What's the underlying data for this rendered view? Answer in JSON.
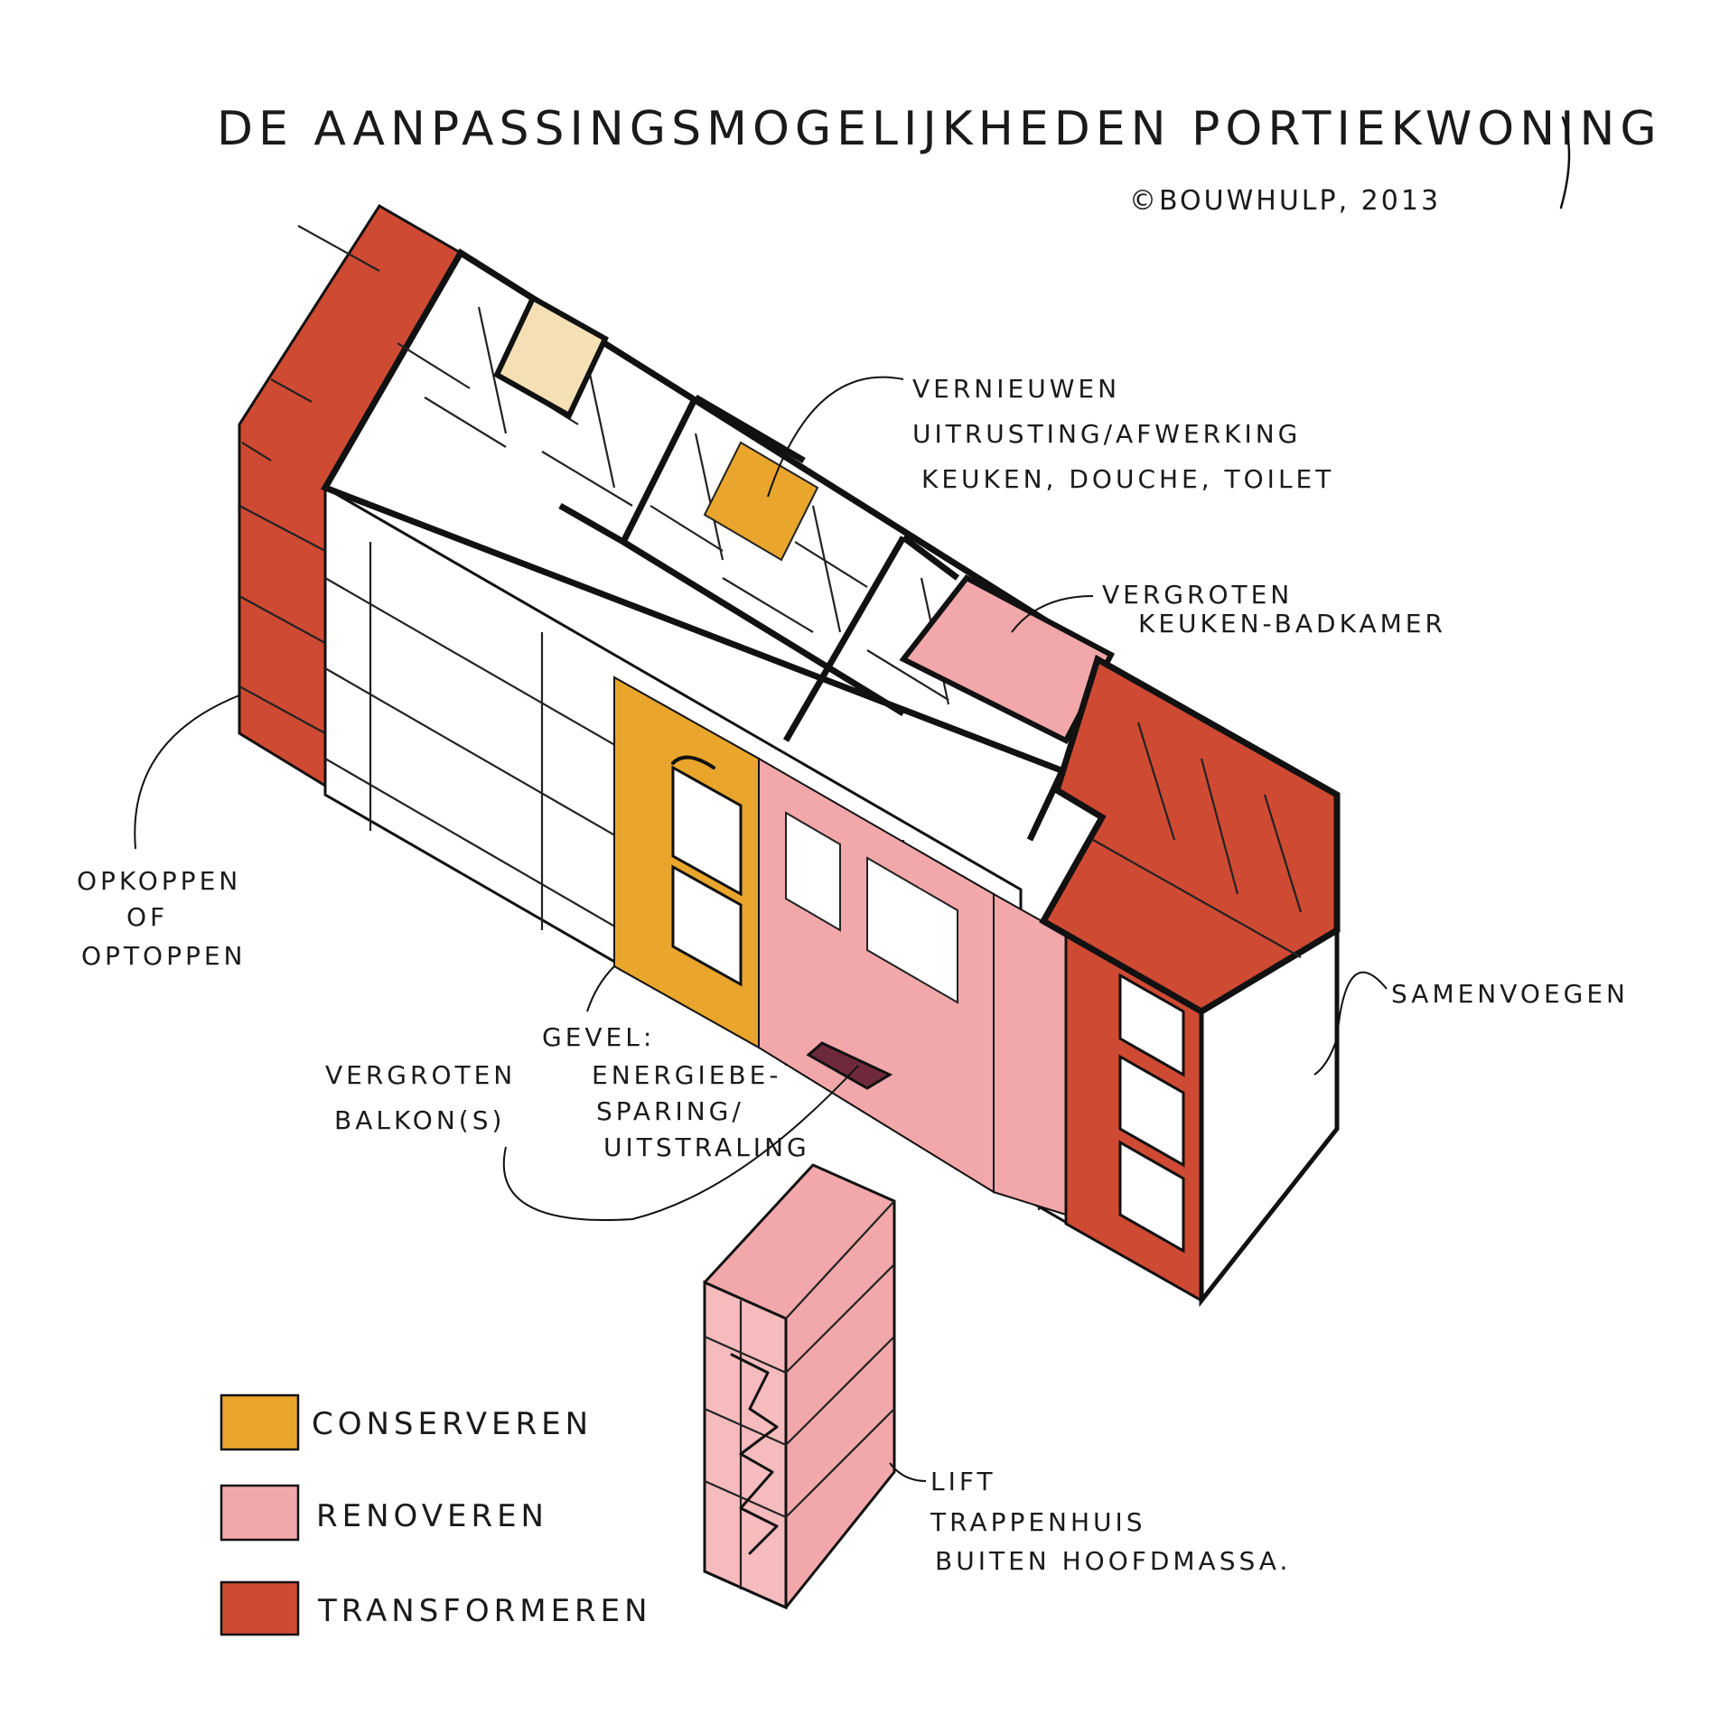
{
  "title": "DE AANPASSINGSMOGELIJKHEDEN PORTIEKWONING",
  "credit": "©BOUWHULP, 2013",
  "colors": {
    "conserveren": "#e9a52c",
    "renoveren": "#f2a8aa",
    "transformeren": "#cf4a33",
    "ink": "#111111",
    "background": "#ffffff"
  },
  "annotations": {
    "opkoppen": [
      "OPKOPPEN",
      "OF",
      "OPTOPPEN"
    ],
    "vernieuwen": [
      "VERNIEUWEN",
      "UITRUSTING/AFWERKING",
      "KEUKEN, DOUCHE, TOILET"
    ],
    "vergroten_keuken": [
      "VERGROTEN",
      "KEUKEN-BADKAMER"
    ],
    "samenvoegen": [
      "SAMENVOEGEN"
    ],
    "gevel": [
      "GEVEL:",
      "ENERGIEBE-",
      "SPARING/",
      "UITSTRALING"
    ],
    "vergroten_balkon": [
      "VERGROTEN",
      "BALKON(S)"
    ],
    "lift": [
      "LIFT",
      "TRAPPENHUIS",
      "BUITEN HOOFDMASSA."
    ]
  },
  "legend": [
    {
      "label": "CONSERVEREN",
      "color": "#e9a52c"
    },
    {
      "label": "RENOVEREN",
      "color": "#f2a8aa"
    },
    {
      "label": "TRANSFORMEREN",
      "color": "#cf4a33"
    }
  ]
}
